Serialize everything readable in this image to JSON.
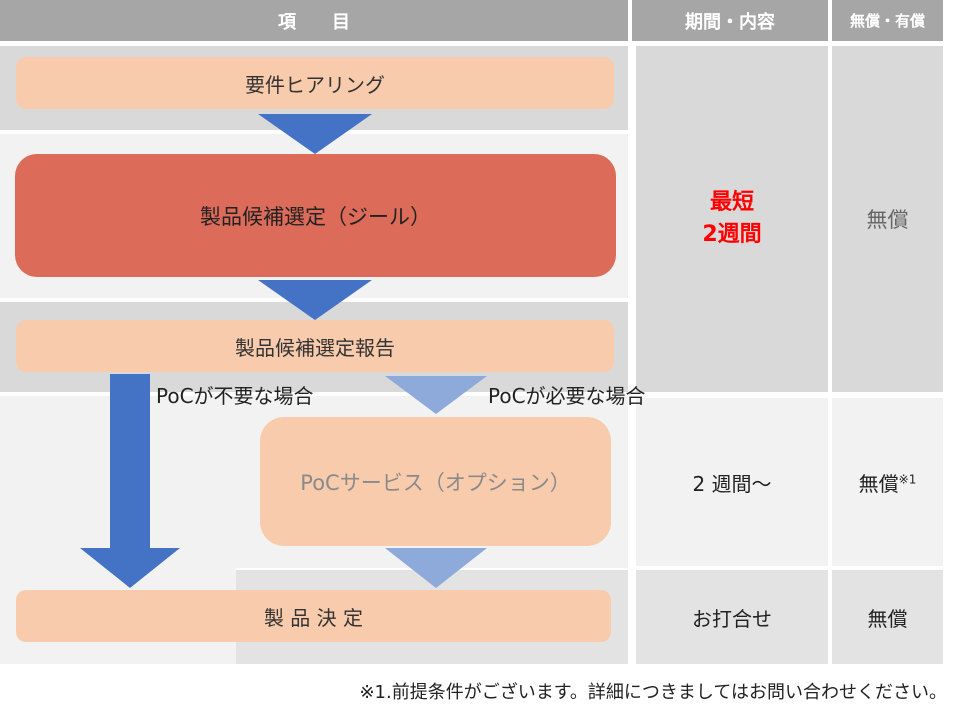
{
  "header": {
    "item": "項　　目",
    "period": "期間・内容",
    "fee": "無償・有償"
  },
  "steps": {
    "hearing": "要件ヒアリング",
    "selection": "製品候補選定（ジール）",
    "report": "製品候補選定報告",
    "poc": "PoCサービス（オプション）",
    "decision": "製 品 決 定"
  },
  "branches": {
    "no_poc": "PoCが不要な場合",
    "need_poc": "PoCが必要な場合"
  },
  "period": {
    "selection_line1": "最短",
    "selection_line2": "2週間",
    "poc": "2 週間〜",
    "decision": "お打合せ"
  },
  "fee": {
    "selection": "無償",
    "poc": "無償",
    "poc_note": "※1",
    "decision": "無償"
  },
  "footnote": "※1.前提条件がございます。詳細につきましてはお問い合わせください。",
  "colors": {
    "header": "#a6a6a6",
    "peach": "#f8cbad",
    "red_box": "#dc6b5a",
    "arrow_dark": "#4472c4",
    "arrow_light": "#8eaadb",
    "highlight_text": "#ff0000"
  }
}
